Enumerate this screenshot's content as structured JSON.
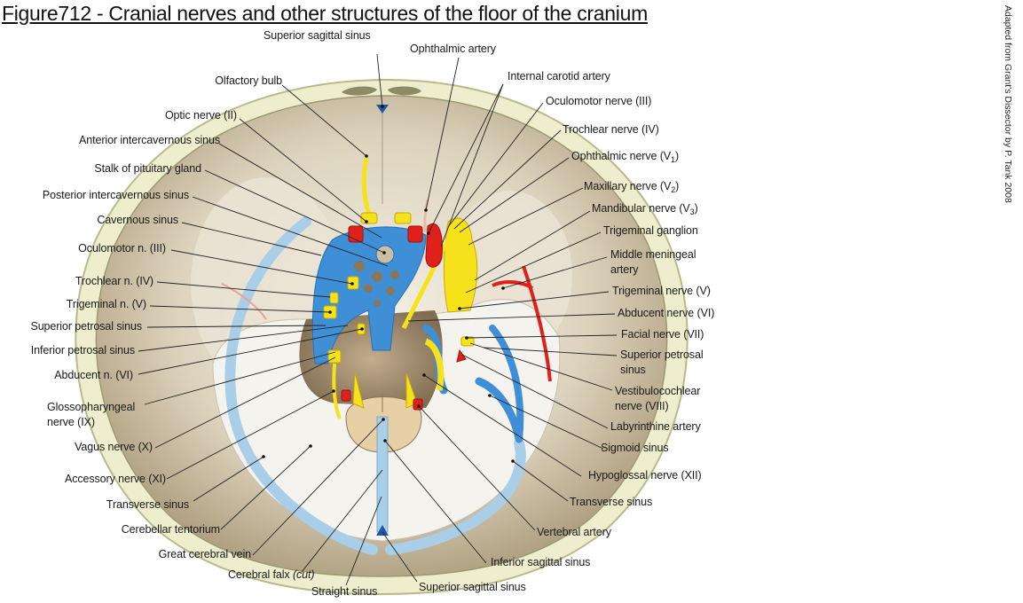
{
  "title": "Figure712 - Cranial nerves and other structures of the floor of the cranium",
  "credit": "Adapted from Grant's Dissector by P. Tank 2008",
  "colors": {
    "nerve": "#f5e21a",
    "artery": "#e0211b",
    "venous_sinus": "#3f8fd6",
    "light_sinus": "#a9cfe8",
    "bone": "#efefd2",
    "dura": "#cbbfa3",
    "brainstem": "#e7cfa6"
  },
  "labels": {
    "top": [
      {
        "id": "superior-sagittal-sinus-top",
        "text": "Superior sagittal sinus"
      },
      {
        "id": "ophthalmic-artery",
        "text": "Ophthalmic artery"
      },
      {
        "id": "internal-carotid-artery",
        "text": "Internal carotid artery"
      }
    ],
    "left": [
      {
        "id": "olfactory-bulb",
        "text": "Olfactory bulb"
      },
      {
        "id": "optic-nerve",
        "text": "Optic nerve (II)"
      },
      {
        "id": "anterior-intercavernous-sinus",
        "text": "Anterior intercavernous sinus"
      },
      {
        "id": "stalk-of-pituitary-gland",
        "text": "Stalk of pituitary gland"
      },
      {
        "id": "posterior-intercavernous-sinus",
        "text": "Posterior intercavernous sinus"
      },
      {
        "id": "cavernous-sinus",
        "text": "Cavernous sinus"
      },
      {
        "id": "oculomotor-n",
        "text": "Oculomotor n. (III)"
      },
      {
        "id": "trochlear-n",
        "text": "Trochlear n. (IV)"
      },
      {
        "id": "trigeminal-n",
        "text": "Trigeminal n. (V)"
      },
      {
        "id": "superior-petrosal-sinus-left",
        "text": "Superior petrosal sinus"
      },
      {
        "id": "inferior-petrosal-sinus",
        "text": "Inferior petrosal sinus"
      },
      {
        "id": "abducent-n",
        "text": "Abducent n. (VI)"
      },
      {
        "id": "glossopharyngeal-nerve",
        "text": "Glossopharyngeal",
        "text2": "nerve (IX)"
      },
      {
        "id": "vagus-nerve",
        "text": "Vagus nerve (X)"
      },
      {
        "id": "accessory-nerve",
        "text": "Accessory nerve (XI)"
      },
      {
        "id": "transverse-sinus-left",
        "text": "Transverse sinus"
      },
      {
        "id": "cerebellar-tentorium",
        "text": "Cerebellar tentorium"
      },
      {
        "id": "great-cerebral-vein",
        "text": "Great cerebral vein"
      }
    ],
    "bottom": [
      {
        "id": "cerebral-falx",
        "text": "Cerebral falx",
        "note": "(cut)"
      },
      {
        "id": "straight-sinus",
        "text": "Straight sinus"
      },
      {
        "id": "superior-sagittal-sinus-bottom",
        "text": "Superior sagittal sinus"
      },
      {
        "id": "inferior-sagittal-sinus",
        "text": "Inferior sagittal sinus"
      },
      {
        "id": "vertebral-artery",
        "text": "Vertebral artery"
      }
    ],
    "right": [
      {
        "id": "oculomotor-nerve",
        "text": "Oculomotor nerve (III)"
      },
      {
        "id": "trochlear-nerve",
        "text": "Trochlear nerve (IV)"
      },
      {
        "id": "ophthalmic-nerve",
        "text": "Ophthalmic nerve (V",
        "sub": "1",
        "tail": ")"
      },
      {
        "id": "maxillary-nerve",
        "text": "Maxillary nerve (V",
        "sub": "2",
        "tail": ")"
      },
      {
        "id": "mandibular-nerve",
        "text": "Mandibular nerve (V",
        "sub": "3",
        "tail": ")"
      },
      {
        "id": "trigeminal-ganglion",
        "text": "Trigeminal ganglion"
      },
      {
        "id": "middle-meningeal-artery",
        "text": "Middle meningeal",
        "text2": "artery"
      },
      {
        "id": "trigeminal-nerve",
        "text": "Trigeminal nerve (V)"
      },
      {
        "id": "abducent-nerve",
        "text": "Abducent nerve (VI)"
      },
      {
        "id": "facial-nerve",
        "text": "Facial nerve (VII)"
      },
      {
        "id": "superior-petrosal-sinus-right",
        "text": "Superior petrosal",
        "text2": "sinus"
      },
      {
        "id": "vestibulocochlear-nerve",
        "text": "Vestibulocochlear",
        "text2": "nerve (VIII)"
      },
      {
        "id": "labyrinthine-artery",
        "text": "Labyrinthine artery"
      },
      {
        "id": "sigmoid-sinus",
        "text": "Sigmoid sinus"
      },
      {
        "id": "hypoglossal-nerve",
        "text": "Hypoglossal nerve (XII)"
      },
      {
        "id": "transverse-sinus-right",
        "text": "Transverse sinus"
      }
    ]
  }
}
